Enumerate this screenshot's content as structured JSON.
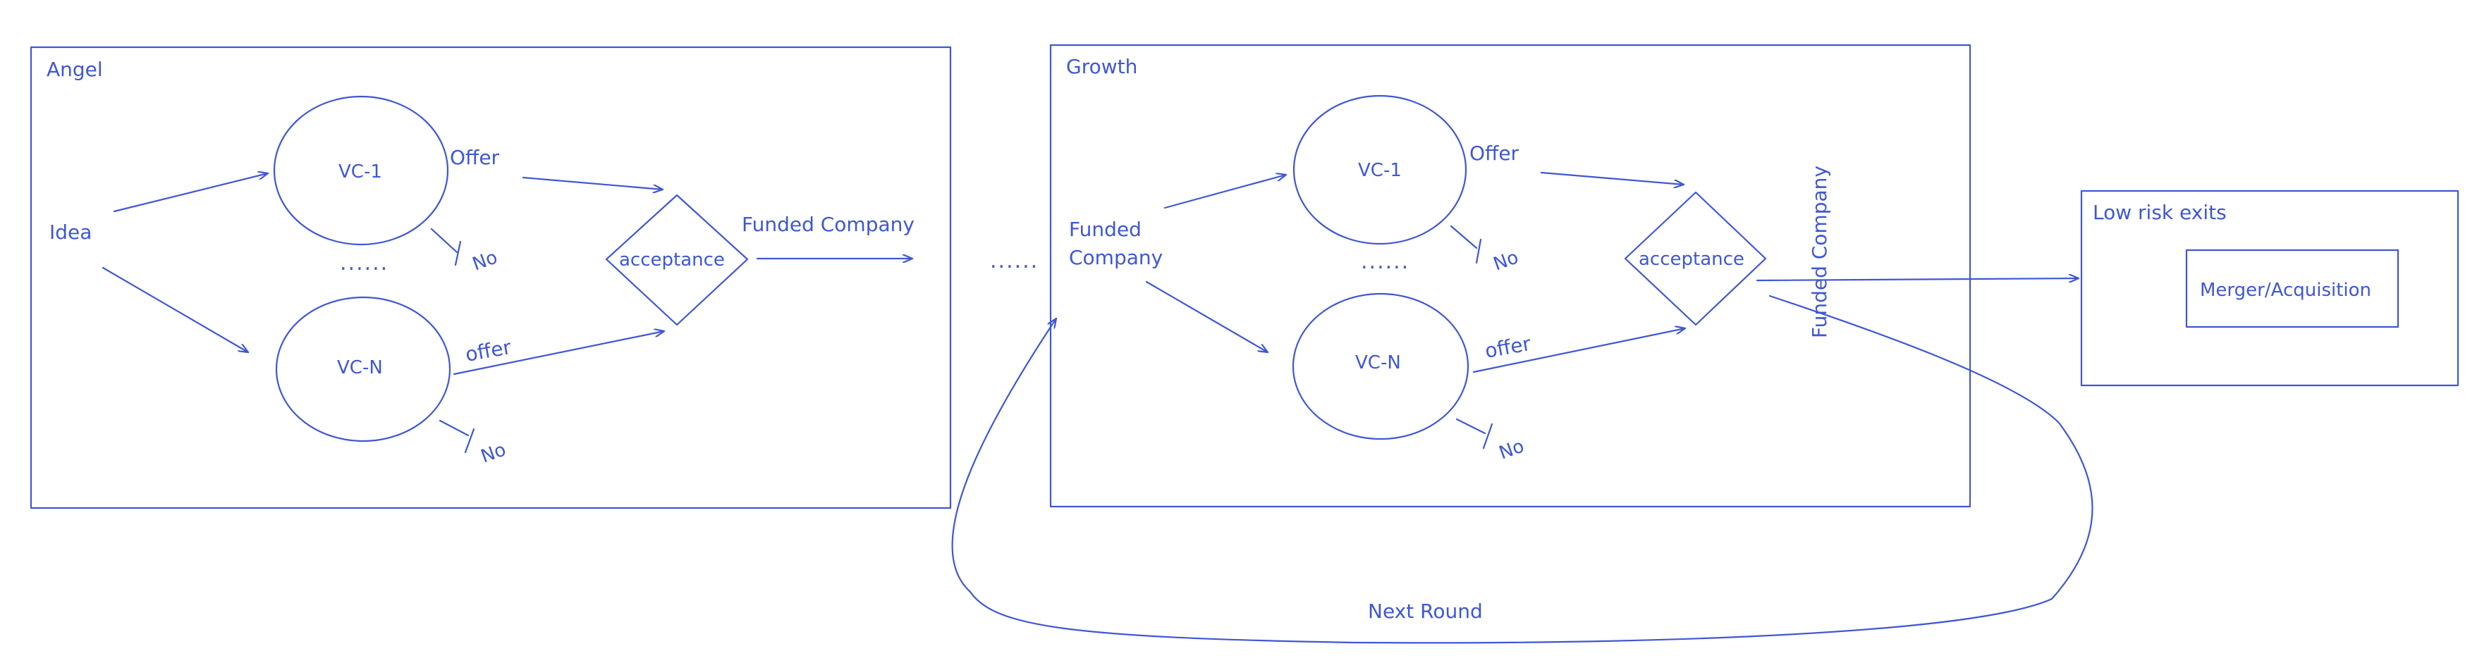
{
  "diagram": {
    "accent_color": "#3f57d4",
    "background_color": "#ffffff",
    "angel": {
      "title": "Angel",
      "idea": "Idea",
      "vc1": "VC-1",
      "vcn": "VC-N",
      "dots": "......",
      "offer_top": "Offer",
      "offer_bottom": "offer",
      "no_top": "No",
      "no_bottom": "No",
      "acceptance": "acceptance",
      "funded_company": "Funded Company"
    },
    "between_dots": "......",
    "growth": {
      "title": "Growth",
      "funded_company_line1": "Funded",
      "funded_company_line2": "Company",
      "vc1": "VC-1",
      "vcn": "VC-N",
      "dots": "......",
      "offer_top": "Offer",
      "offer_bottom": "offer",
      "no_top": "No",
      "no_bottom": "No",
      "acceptance": "acceptance",
      "funded_company_vertical": "Funded Company"
    },
    "exits": {
      "title": "Low risk exits",
      "merger": "Merger/Acquisition"
    },
    "next_round": "Next Round"
  }
}
